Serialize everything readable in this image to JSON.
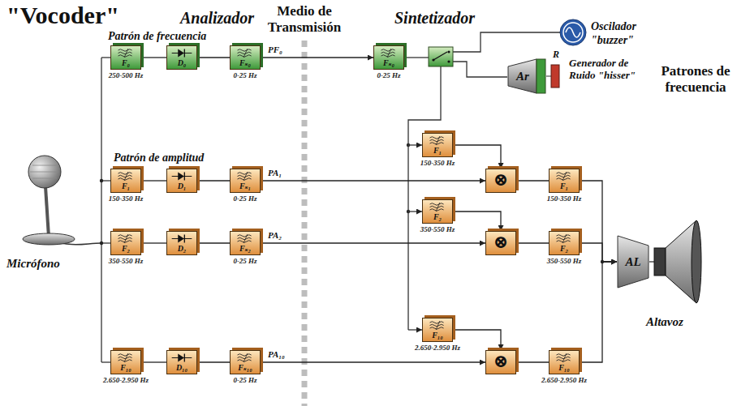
{
  "diagram": {
    "title": "\"Vocoder\"",
    "nodes": [
      {
        "text": [
          "F₀",
          "250-500 Hz"
        ]
      },
      {
        "text": [
          "D₀"
        ]
      },
      {
        "text": [
          "Fₛ₀",
          "0-25 Hz"
        ]
      },
      {
        "text": [
          "F₁",
          "150-350 Hz"
        ]
      },
      {
        "text": [
          "D₁"
        ]
      },
      {
        "text": [
          "Fₛ₁",
          "0-25 Hz"
        ]
      },
      {
        "text": [
          "F₂",
          "350-550 Hz"
        ]
      },
      {
        "text": [
          "D₂"
        ]
      },
      {
        "text": [
          "Fₛ₂",
          "0-25 Hz"
        ]
      },
      {
        "text": [
          "F₁₀",
          "2.650-2.950 Hz"
        ]
      },
      {
        "text": [
          "D₁₀"
        ]
      },
      {
        "text": [
          "Fₛ₁₀",
          "0-25 Hz"
        ]
      },
      {
        "text": [
          "Fₛ₀",
          "0-25 Hz"
        ]
      },
      {
        "text": [
          "Ar",
          "Generador de Ruido \"hisser\""
        ]
      },
      {
        "text": [
          "F₁",
          "150-350 Hz"
        ]
      },
      {
        "text": [
          "⊗"
        ]
      },
      {
        "text": [
          "F₁",
          "150-350 Hz"
        ]
      },
      {
        "text": [
          "F₂",
          "350-550 Hz"
        ]
      },
      {
        "text": [
          "⊗"
        ]
      },
      {
        "text": [
          "F₂",
          "350-550 Hz"
        ]
      },
      {
        "text": [
          "F₁₀",
          "2.650-2.950 Hz"
        ]
      },
      {
        "text": [
          "⊗"
        ]
      },
      {
        "text": [
          "F₁₀",
          "2.650-2.950 Hz"
        ]
      },
      {
        "text": [
          "AL"
        ]
      }
    ],
    "edges": [
      {
        "from": 0,
        "to": 1,
        "arrow": "none"
      },
      {
        "from": 1,
        "to": 2,
        "arrow": "none"
      },
      {
        "from": 2,
        "to": 12,
        "label": "PF₀",
        "arrow": "to"
      },
      {
        "from": 3,
        "to": 4,
        "arrow": "none"
      },
      {
        "from": 4,
        "to": 5,
        "arrow": "none"
      },
      {
        "from": 5,
        "to": 15,
        "label": "PA₁",
        "arrow": "to"
      },
      {
        "from": 6,
        "to": 7,
        "arrow": "none"
      },
      {
        "from": 7,
        "to": 8,
        "arrow": "none"
      },
      {
        "from": 8,
        "to": 18,
        "label": "PA₂",
        "arrow": "to"
      },
      {
        "from": 9,
        "to": 10,
        "arrow": "none"
      },
      {
        "from": 10,
        "to": 11,
        "arrow": "none"
      },
      {
        "from": 11,
        "to": 21,
        "label": "PA₁₀",
        "arrow": "to"
      },
      {
        "from": 14,
        "to": 15,
        "arrow": "to"
      },
      {
        "from": 15,
        "to": 16,
        "arrow": "none"
      },
      {
        "from": 17,
        "to": 18,
        "arrow": "to"
      },
      {
        "from": 18,
        "to": 19,
        "arrow": "none"
      },
      {
        "from": 20,
        "to": 21,
        "arrow": "to"
      },
      {
        "from": 21,
        "to": 22,
        "arrow": "none"
      },
      {
        "from": 16,
        "to": 23,
        "arrow": "to"
      },
      {
        "from": 19,
        "to": 23,
        "arrow": "to"
      },
      {
        "from": 22,
        "to": 23,
        "arrow": "to"
      }
    ],
    "labels": [
      "Analizador",
      "Medio de Transmisión",
      "Sintetizador",
      "Oscilador \"buzzer\"",
      "R",
      "Patrones de frecuencia",
      "Patrón de frecuencia",
      "Patrón de amplitud",
      "Micrófono",
      "Altavoz"
    ]
  }
}
